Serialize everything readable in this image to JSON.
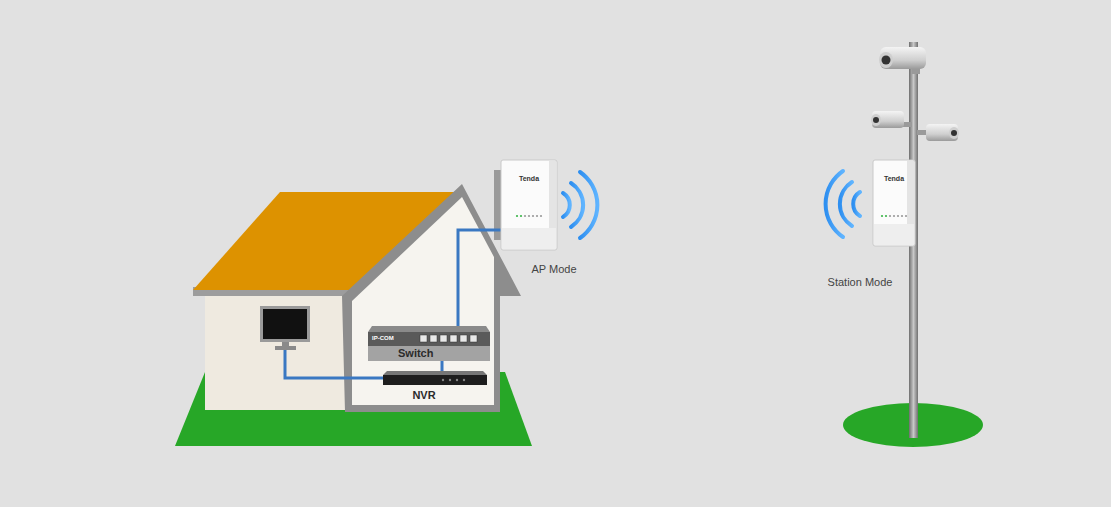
{
  "diagram": {
    "nodes": [
      {
        "text": [
          "Tenda",
          "AP Mode"
        ]
      },
      {
        "text": [
          "IP-COM",
          "Switch"
        ]
      },
      {
        "text": [
          "NVR"
        ]
      },
      {
        "text": [
          "Tenda",
          "Station Mode"
        ]
      }
    ],
    "edges": [
      {
        "from": 1,
        "to": 0,
        "arrow": "none"
      },
      {
        "from": 2,
        "to": 1,
        "arrow": "none"
      }
    ]
  }
}
